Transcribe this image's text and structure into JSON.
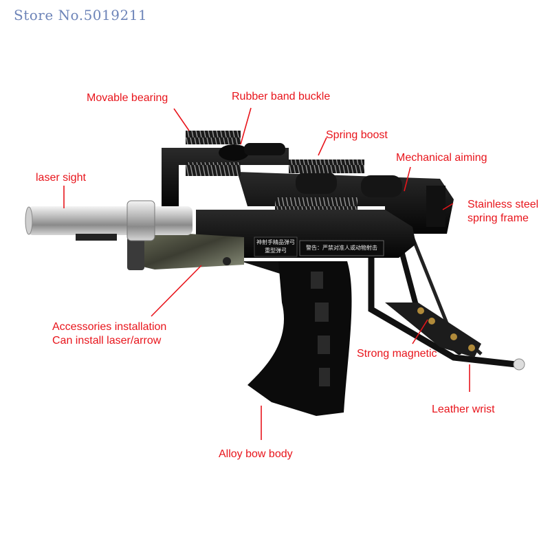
{
  "header": {
    "store_label": "Store No.5019211"
  },
  "labels": {
    "movable_bearing": "Movable bearing",
    "rubber_band_buckle": "Rubber band buckle",
    "spring_boost": "Spring boost",
    "mechanical_aiming": "Mechanical aiming",
    "laser_sight": "laser sight",
    "stainless_steel_line1": "Stainless steel",
    "stainless_steel_line2": "spring frame",
    "accessories_line1": "Accessories installation",
    "accessories_line2": "Can install laser/arrow",
    "strong_magnetic": "Strong magnetic",
    "leather_wrist": "Leather wrist",
    "alloy_bow_body": "Alloy bow body"
  },
  "body_print": {
    "plate_left_line1": "神射手精品弹弓",
    "plate_left_line2": "重型弹弓",
    "warning": "警告：严禁对准人或动物射击"
  },
  "colors": {
    "label_red": "#e8141b",
    "store_blue": "#6d84b8",
    "body_black": "#111111"
  }
}
